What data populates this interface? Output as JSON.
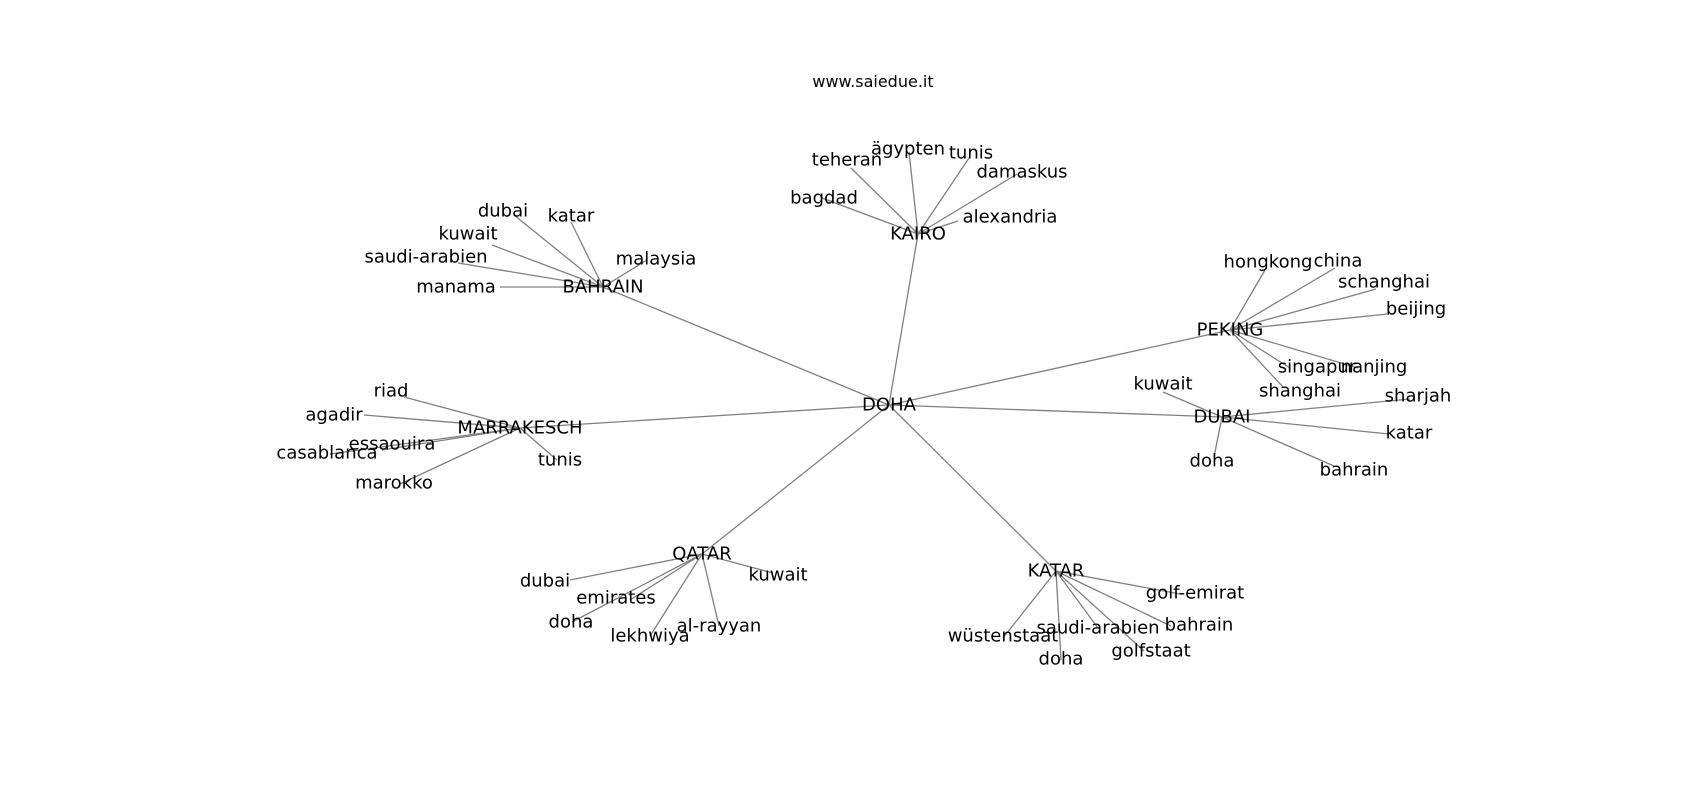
{
  "source": "www.saiedue.it",
  "root": "DOHA",
  "hubs": [
    {
      "id": "kairo",
      "label": "KAIRO",
      "children": [
        "teheran",
        "ägypten",
        "tunis",
        "damaskus",
        "bagdad",
        "alexandria"
      ]
    },
    {
      "id": "bahrain",
      "label": "BAHRAIN",
      "children": [
        "dubai",
        "katar",
        "kuwait",
        "malaysia",
        "saudi-arabien",
        "manama"
      ]
    },
    {
      "id": "peking",
      "label": "PEKING",
      "children": [
        "hongkong",
        "china",
        "schanghai",
        "beijing",
        "nanjing",
        "singapur",
        "shanghai"
      ]
    },
    {
      "id": "marrakesch",
      "label": "MARRAKESCH",
      "children": [
        "riad",
        "agadir",
        "essaouira",
        "casablanca",
        "tunis",
        "marokko"
      ]
    },
    {
      "id": "dubai",
      "label": "DUBAI",
      "children": [
        "kuwait",
        "sharjah",
        "katar",
        "doha",
        "bahrain"
      ]
    },
    {
      "id": "qatar",
      "label": "QATAR",
      "children": [
        "dubai",
        "kuwait",
        "emirates",
        "doha",
        "lekhwiya",
        "al-rayyan"
      ]
    },
    {
      "id": "katar",
      "label": "KATAR",
      "children": [
        "golf-emirat",
        "saudi-arabien",
        "bahrain",
        "wüstenstaat",
        "doha",
        "golfstaat"
      ]
    }
  ]
}
